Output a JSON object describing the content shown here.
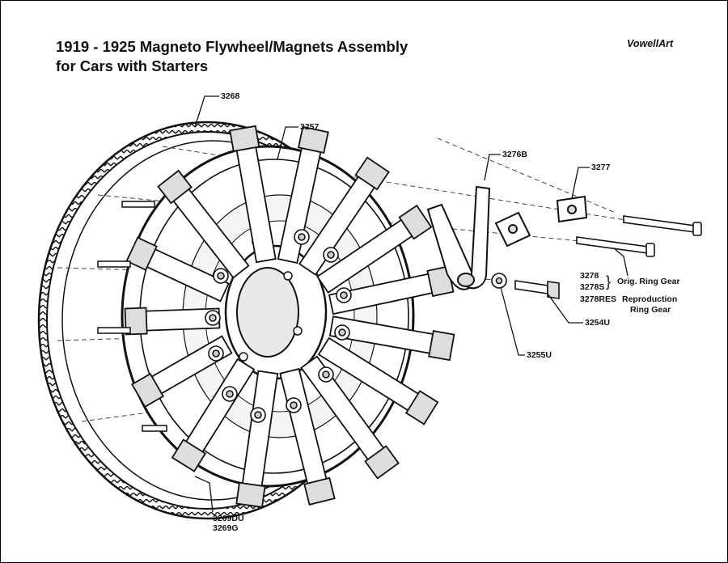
{
  "title_line1": "1919 - 1925 Magneto Flywheel/Magnets Assembly",
  "title_line2": "for Cars with Starters",
  "credit": "VowellArt",
  "labels": {
    "ring_gear": "3268",
    "magnet_screw_top": "3257",
    "magnet_clamp": "3276B",
    "clamp_plate": "3277",
    "ring_gear_orig_a": "3278",
    "ring_gear_orig_b": "3278S",
    "ring_gear_orig_desc": "Orig. Ring Gear",
    "ring_gear_repro": "3278RES",
    "ring_gear_repro_desc1": "Reproduction",
    "ring_gear_repro_desc2": "Ring Gear",
    "bolt": "3254U",
    "washer": "3255U",
    "magnet_a": "3269DU",
    "magnet_b": "3269G",
    "brace": "}"
  },
  "colors": {
    "ink": "#111111",
    "paper": "#ffffff",
    "shade": "#d9d9d9"
  }
}
